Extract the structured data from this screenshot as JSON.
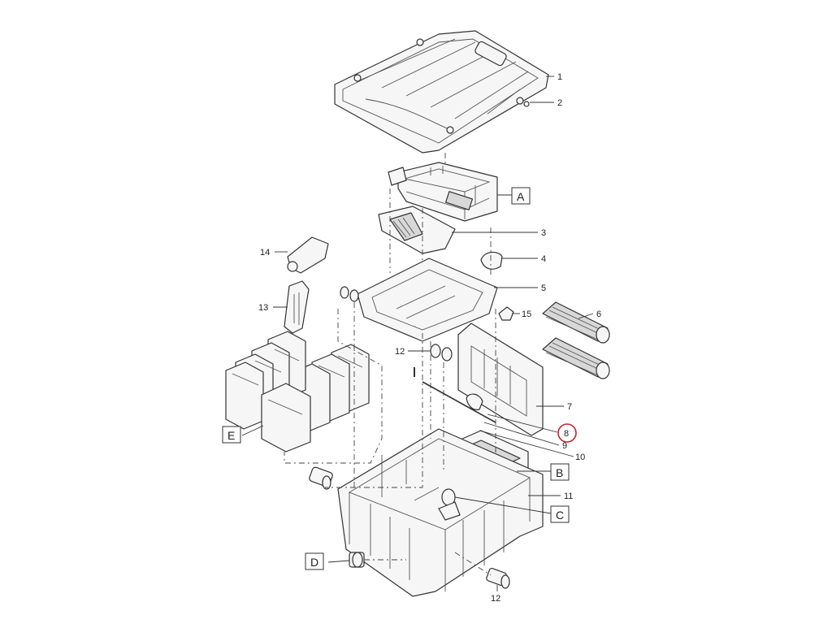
{
  "diagram": {
    "callouts": [
      {
        "id": "c1",
        "label": "1"
      },
      {
        "id": "c2",
        "label": "2"
      },
      {
        "id": "c3",
        "label": "3"
      },
      {
        "id": "c4",
        "label": "4"
      },
      {
        "id": "c5",
        "label": "5"
      },
      {
        "id": "c6",
        "label": "6"
      },
      {
        "id": "c7",
        "label": "7"
      },
      {
        "id": "c8",
        "label": "8",
        "highlighted": true,
        "highlight_color": "#c0262d"
      },
      {
        "id": "c9",
        "label": "9"
      },
      {
        "id": "c10",
        "label": "10"
      },
      {
        "id": "c11",
        "label": "11"
      },
      {
        "id": "c12a",
        "label": "12"
      },
      {
        "id": "c12b",
        "label": "12"
      },
      {
        "id": "c13",
        "label": "13"
      },
      {
        "id": "c14",
        "label": "14"
      },
      {
        "id": "c15",
        "label": "15"
      }
    ],
    "letter_boxes": [
      {
        "id": "A",
        "label": "A"
      },
      {
        "id": "B",
        "label": "B"
      },
      {
        "id": "C",
        "label": "C"
      },
      {
        "id": "D",
        "label": "D"
      },
      {
        "id": "E",
        "label": "E"
      }
    ],
    "colors": {
      "line": "#333333",
      "highlight": "#c0262d"
    }
  }
}
